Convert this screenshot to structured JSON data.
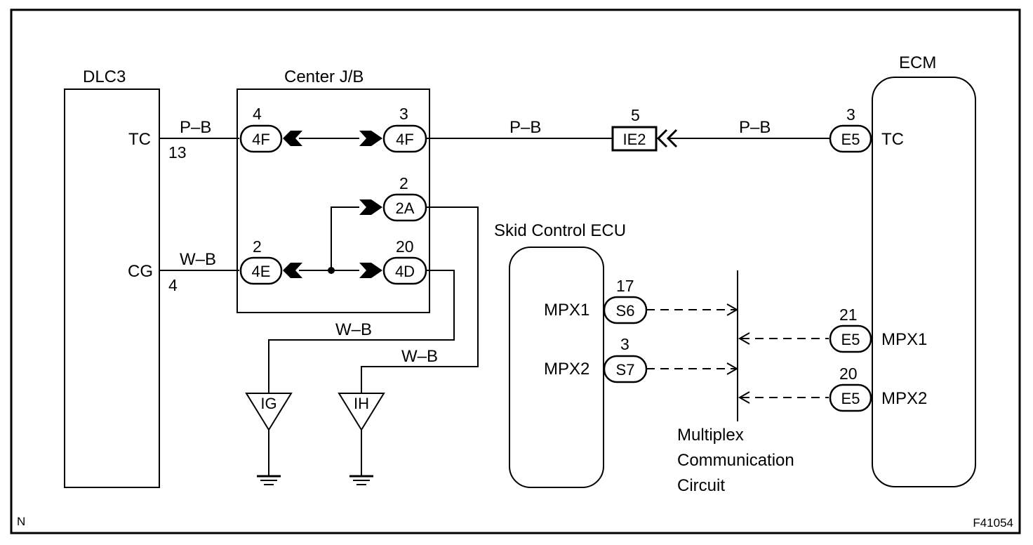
{
  "page": {
    "corner_left": "N",
    "figure_id": "F41054"
  },
  "dlc3": {
    "title": "DLC3",
    "pin_tc": "TC",
    "pin_tc_num": "13",
    "pin_cg": "CG",
    "pin_cg_num": "4"
  },
  "junction_block": {
    "title": "Center J/B",
    "conn_4f_left": {
      "label": "4F",
      "pin": "4"
    },
    "conn_4f_right": {
      "label": "4F",
      "pin": "3"
    },
    "conn_2a": {
      "label": "2A",
      "pin": "2"
    },
    "conn_4e": {
      "label": "4E",
      "pin": "2"
    },
    "conn_4d": {
      "label": "4D",
      "pin": "20"
    }
  },
  "connector_ie2": {
    "label": "IE2",
    "pin": "5"
  },
  "ecm": {
    "title": "ECM",
    "pin_tc": "TC",
    "pin_mpx1": "MPX1",
    "pin_mpx2": "MPX2",
    "conn_tc": {
      "label": "E5",
      "pin": "3"
    },
    "conn_mpx1": {
      "label": "E5",
      "pin": "21"
    },
    "conn_mpx2": {
      "label": "E5",
      "pin": "20"
    }
  },
  "skid_ecu": {
    "title": "Skid Control ECU",
    "pin_mpx1": "MPX1",
    "pin_mpx2": "MPX2",
    "conn_mpx1": {
      "label": "S6",
      "pin": "17"
    },
    "conn_mpx2": {
      "label": "S7",
      "pin": "3"
    }
  },
  "grounds": {
    "ig": "IG",
    "ih": "IH"
  },
  "wires": {
    "dlc_tc": "P–B",
    "jb_ie2": "P–B",
    "ie2_ecm": "P–B",
    "dlc_cg": "W–B",
    "to_ig": "W–B",
    "to_ih": "W–B"
  },
  "multiplex": {
    "line1": "Multiplex",
    "line2": "Communication",
    "line3": "Circuit"
  }
}
